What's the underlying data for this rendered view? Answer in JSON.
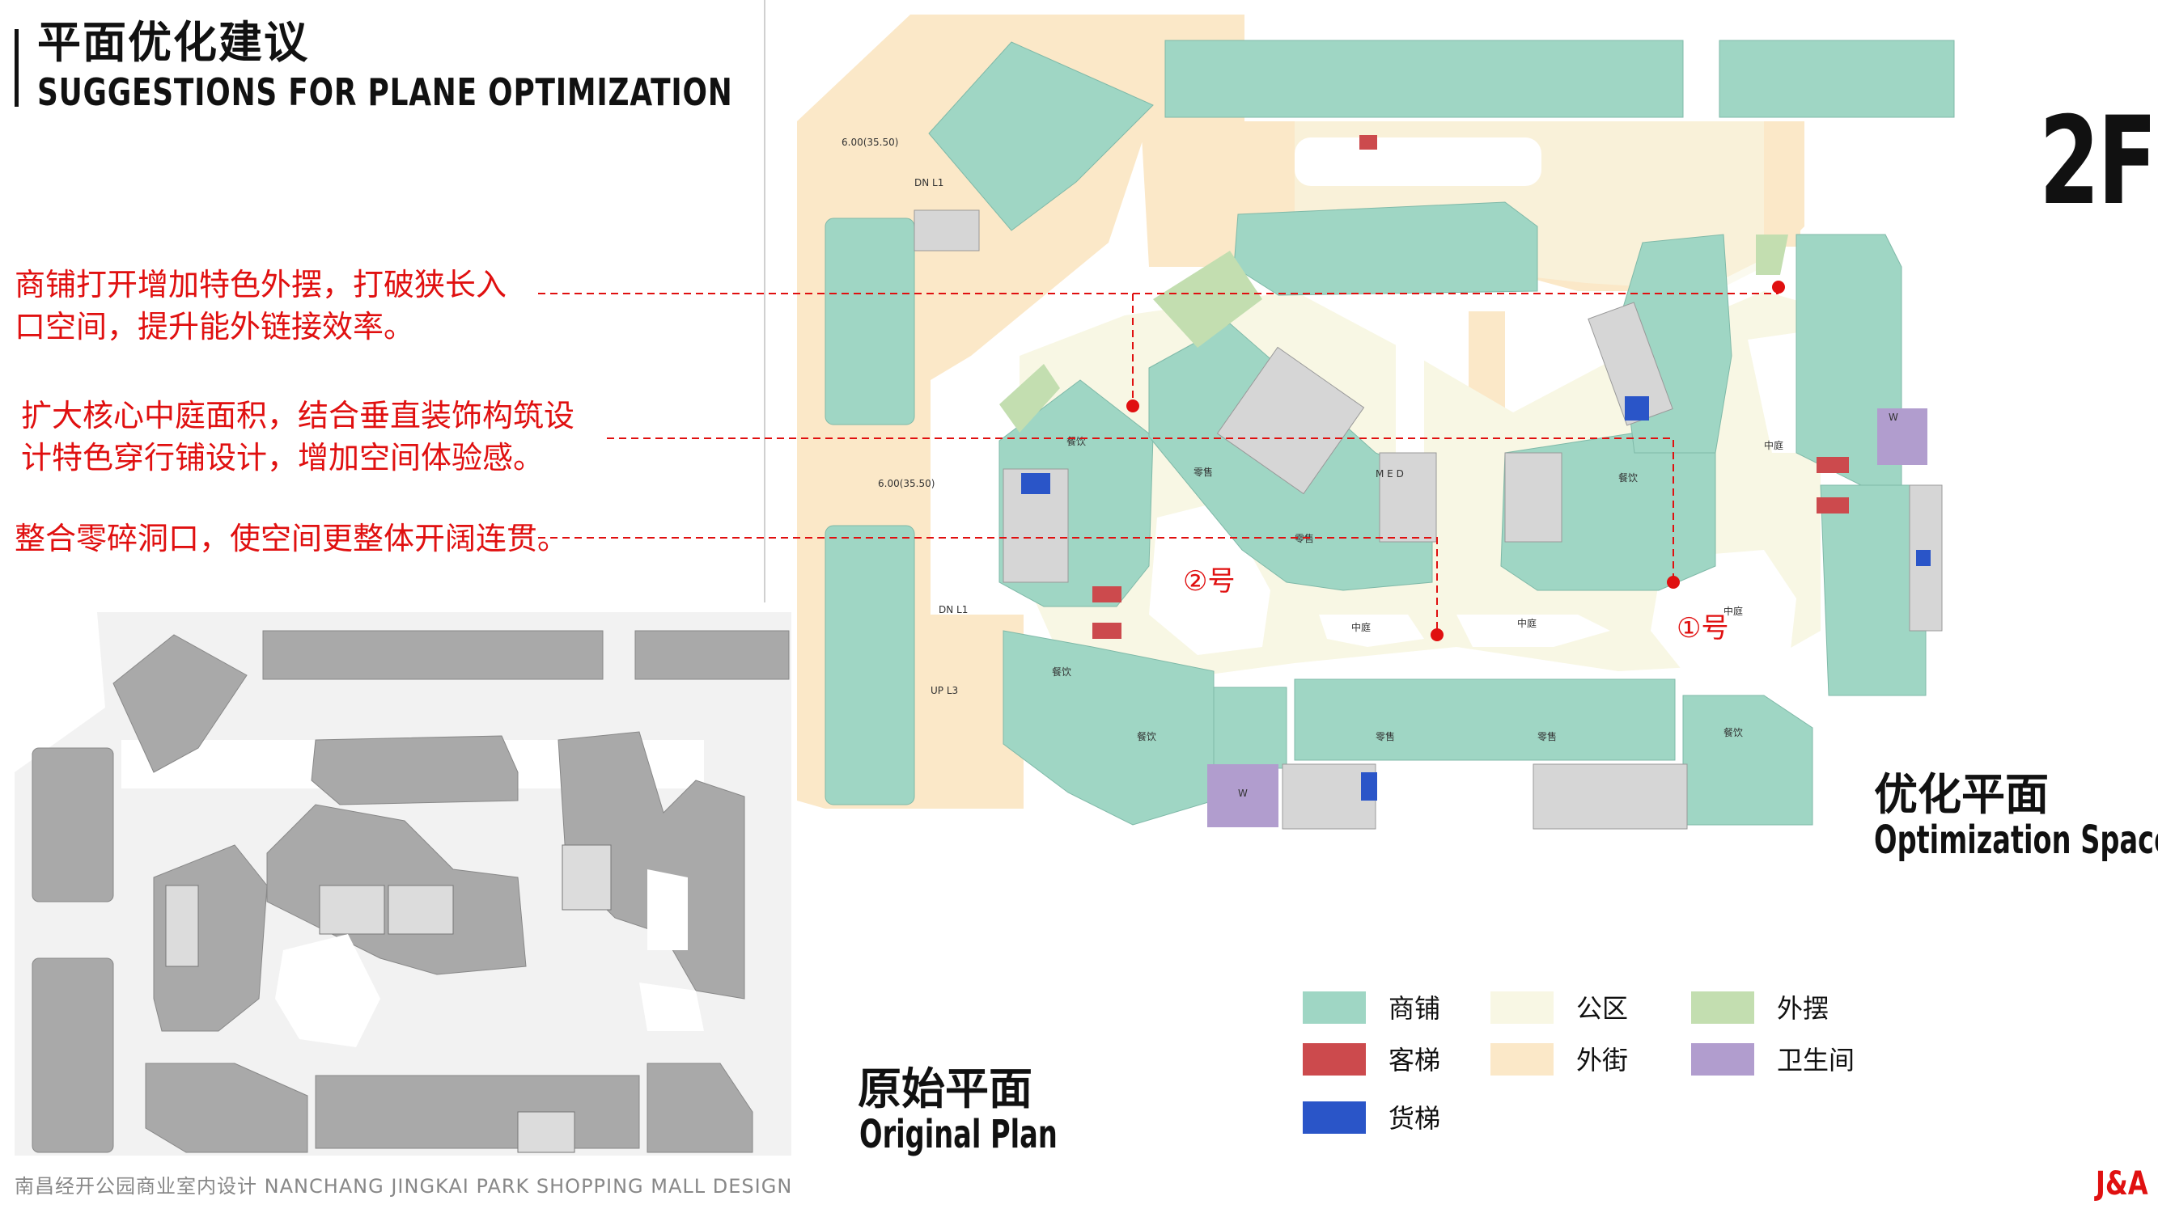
{
  "header": {
    "title_cn": "平面优化建议",
    "title_en": "SUGGESTIONS FOR PLANE OPTIMIZATION"
  },
  "floor_tag": "2F",
  "notes": [
    {
      "line1": "商铺打开增加特色外摆，打破狭长入",
      "line2": "口空间，提升能外链接效率。"
    },
    {
      "line1": "扩大核心中庭面积，结合垂直装饰构筑设",
      "line2": "计特色穿行铺设计，增加空间体验感。"
    },
    {
      "line1": "整合零碎洞口，使空间更整体开阔连贯。"
    }
  ],
  "optimized_plan": {
    "caption_cn": "优化平面",
    "caption_en": "Optimization Space",
    "markers": {
      "atrium_2": "②号",
      "atrium_1": "①号"
    },
    "labels": {
      "shop": "零售",
      "food": "餐饮",
      "atrium": "中庭",
      "toilet": "W",
      "escalator_dn": "DN L1",
      "escalator_up": "UP L3",
      "elevation": "6.00(35.50)",
      "med": "M E D"
    }
  },
  "original_plan": {
    "caption_cn": "原始平面",
    "caption_en": "Original Plan"
  },
  "legend": [
    {
      "label": "商铺",
      "color": "#9fd6c4"
    },
    {
      "label": "公区",
      "color": "#f8f7e4"
    },
    {
      "label": "外摆",
      "color": "#c3deb0"
    },
    {
      "label": "客梯",
      "color": "#cc4a4d"
    },
    {
      "label": "外街",
      "color": "#fbe8c8"
    },
    {
      "label": "卫生间",
      "color": "#b19dce"
    },
    {
      "label": "货梯",
      "color": "#2a55c8"
    }
  ],
  "colors": {
    "accent_red": "#e01010",
    "shop": "#9fd6c4",
    "public": "#f8f7e4",
    "street": "#fbe8c8",
    "outdoor": "#c3deb0",
    "lift": "#cc4a4d",
    "freight": "#2a55c8",
    "toilet": "#b19dce",
    "gray_plan": "#a9a9a9"
  },
  "footer": {
    "text": "南昌经开公园商业室内设计    NANCHANG JINGKAI PARK SHOPPING MALL DESIGN",
    "brand": "J&A"
  }
}
